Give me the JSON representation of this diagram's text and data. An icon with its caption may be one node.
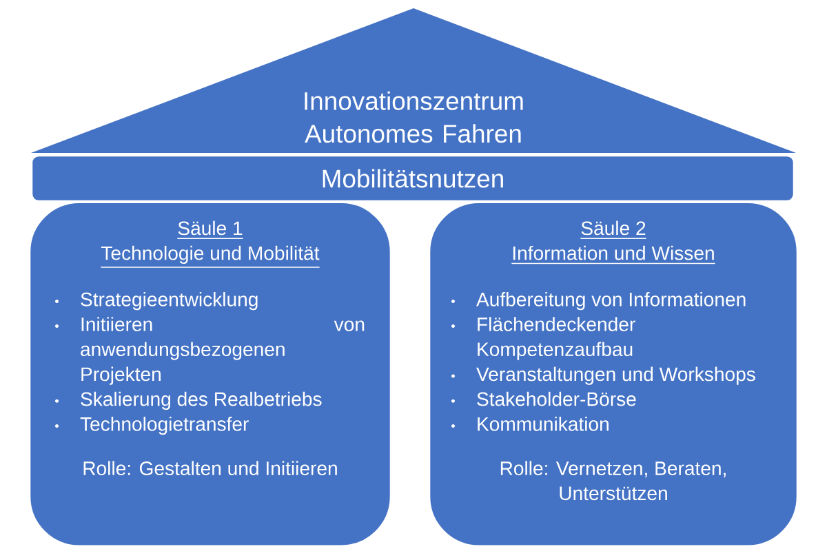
{
  "diagram": {
    "nodes": [
      {
        "text": [
          "Innovationszentrum Autonomes Fahren"
        ]
      },
      {
        "text": [
          "Mobilitätsnutzen"
        ]
      },
      {
        "text": [
          "Säule 1",
          "Technologie und Mobilität",
          "Strategieentwicklung",
          "Initiieren von anwendungsbezogenen Projekten",
          "Skalierung des Realbetriebs",
          "Technologietransfer",
          "Rolle: Gestalten und Initiieren"
        ]
      },
      {
        "text": [
          "Säule 2",
          "Information und Wissen",
          "Aufbereitung von Informationen",
          "Flächendeckender Kompetenzaufbau",
          "Veranstaltungen und Workshops",
          "Stakeholder-Börse",
          "Kommunikation",
          "Rolle: Vernetzen, Beraten, Unterstützen"
        ]
      }
    ],
    "edges": []
  }
}
